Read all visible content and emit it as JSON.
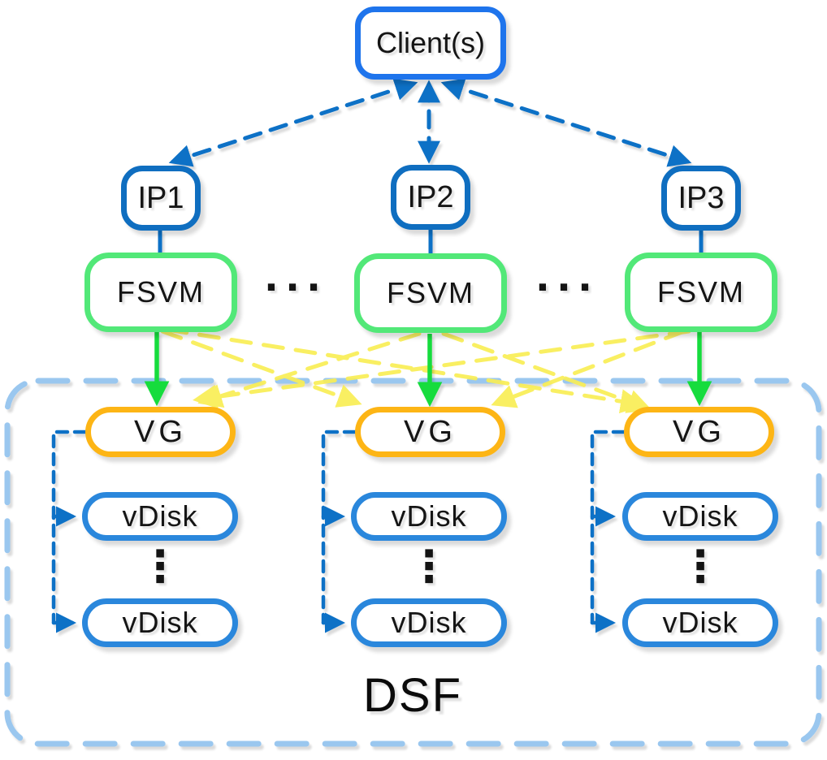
{
  "diagram": {
    "client_label": "Client(s)",
    "dsf_label": "DSF",
    "ellipsis_horizontal": "...",
    "ellipsis_vertical": "⋮",
    "columns": [
      {
        "ip_label": "IP1",
        "fsvm_label": "FSVM",
        "vg_label": "VG",
        "vdisk_labels": [
          "vDisk",
          "vDisk"
        ]
      },
      {
        "ip_label": "IP2",
        "fsvm_label": "FSVM",
        "vg_label": "VG",
        "vdisk_labels": [
          "vDisk",
          "vDisk"
        ]
      },
      {
        "ip_label": "IP3",
        "fsvm_label": "FSVM",
        "vg_label": "VG",
        "vdisk_labels": [
          "vDisk",
          "vDisk"
        ]
      }
    ],
    "colors": {
      "client_border": "#1E74EC",
      "ip_border": "#0F6EC0",
      "connector_blue": "#1171C6",
      "fsvm_border": "#52E878",
      "arrow_green": "#17DC3C",
      "vg_border": "#FDB515",
      "vdisk_border": "#2A87DC",
      "crosslink_yellow": "#F9EE55",
      "dsf_border": "#9AC7EF",
      "text": "#151515"
    }
  }
}
